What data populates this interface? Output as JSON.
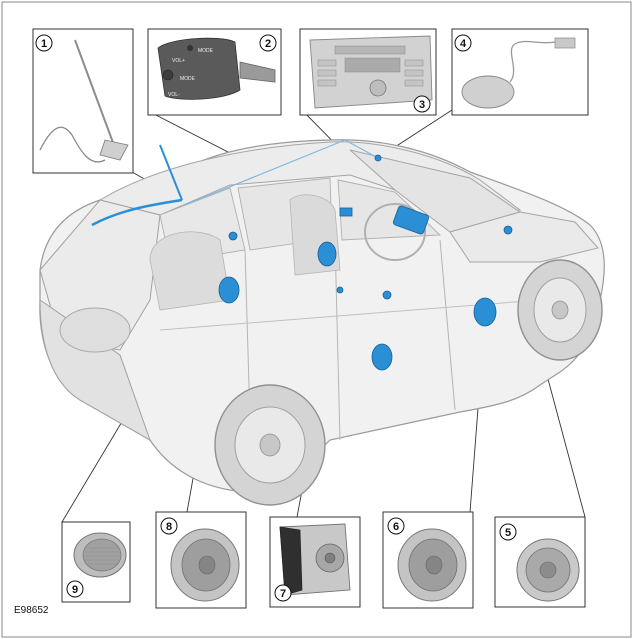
{
  "figure_reference": "E98652",
  "callouts": {
    "c1": "1",
    "c2": "2",
    "c3": "3",
    "c4": "4",
    "c5": "5",
    "c6": "6",
    "c7": "7",
    "c8": "8",
    "c9": "9"
  },
  "colors": {
    "component_highlight": "#2a8fd4",
    "vehicle_outline": "#9a9a9a",
    "leader_line": "#333333"
  },
  "control_labels": {
    "mode": "MODE",
    "vol_plus": "VOL+",
    "vol_minus": "VOL-",
    "mode2": "MODE"
  }
}
